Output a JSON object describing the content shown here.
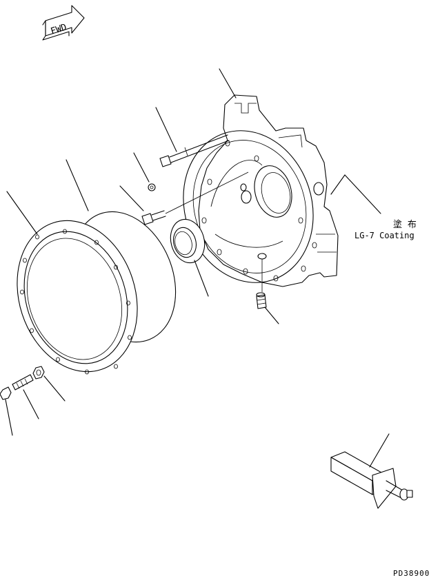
{
  "fwd_label": "FWD",
  "coating": {
    "jp": "塗 布",
    "en": "LG-7 Coating"
  },
  "drawing_number": "PD38900",
  "colors": {
    "line": "#000000",
    "background": "#ffffff"
  }
}
